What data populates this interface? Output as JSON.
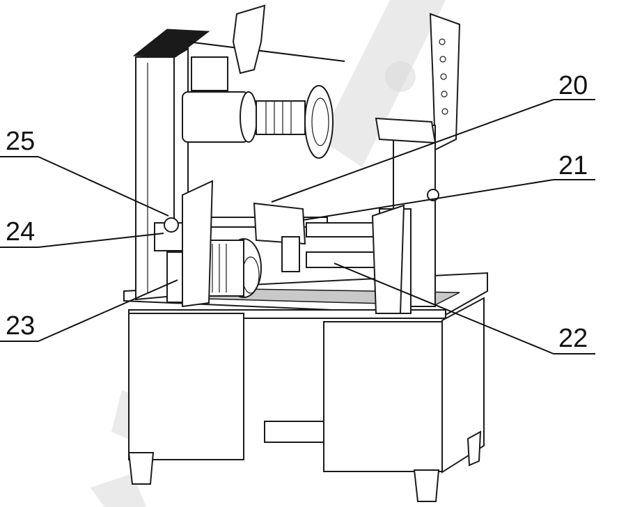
{
  "callouts": [
    {
      "id": "20",
      "label": "20"
    },
    {
      "id": "21",
      "label": "21"
    },
    {
      "id": "22",
      "label": "22"
    },
    {
      "id": "23",
      "label": "23"
    },
    {
      "id": "24",
      "label": "24"
    },
    {
      "id": "25",
      "label": "25"
    }
  ],
  "colors": {
    "line": "#111111",
    "background": "#ffffff",
    "watermark": "#d9d9d9"
  }
}
